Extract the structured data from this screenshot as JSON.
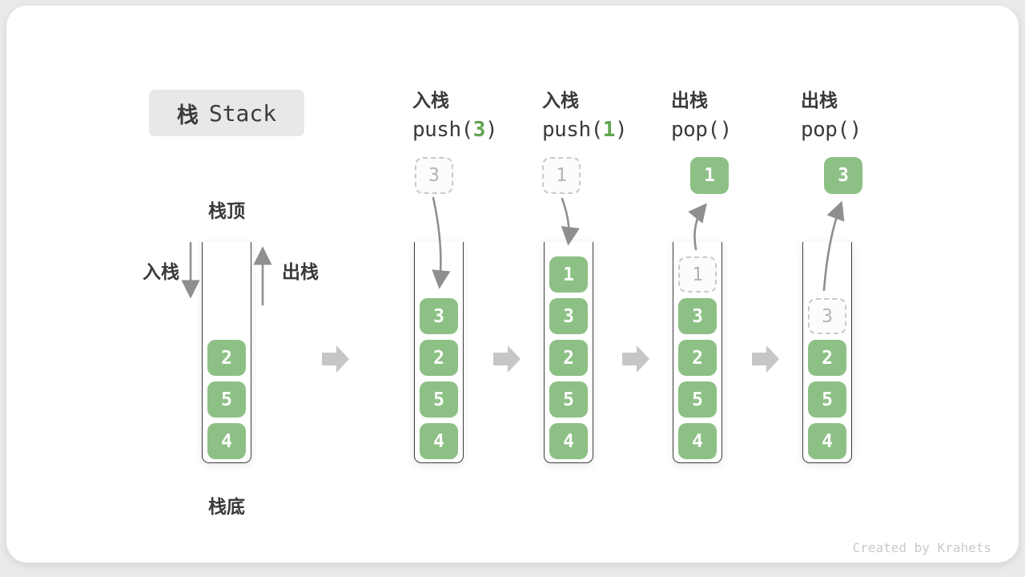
{
  "title": {
    "zh": "栈",
    "en": "Stack"
  },
  "initial": {
    "top_label": "栈顶",
    "bottom_label": "栈底",
    "push_label": "入栈",
    "pop_label": "出栈",
    "items": [
      "2",
      "5",
      "4"
    ]
  },
  "steps": [
    {
      "op_zh": "入栈",
      "code_pre": "push(",
      "code_arg": "3",
      "code_post": ")",
      "floating_value": "3",
      "floating_style": "dashed",
      "items": [
        {
          "v": "3",
          "style": "solid"
        },
        {
          "v": "2",
          "style": "solid"
        },
        {
          "v": "5",
          "style": "solid"
        },
        {
          "v": "4",
          "style": "solid"
        }
      ]
    },
    {
      "op_zh": "入栈",
      "code_pre": "push(",
      "code_arg": "1",
      "code_post": ")",
      "floating_value": "1",
      "floating_style": "dashed",
      "items": [
        {
          "v": "1",
          "style": "solid"
        },
        {
          "v": "3",
          "style": "solid"
        },
        {
          "v": "2",
          "style": "solid"
        },
        {
          "v": "5",
          "style": "solid"
        },
        {
          "v": "4",
          "style": "solid"
        }
      ]
    },
    {
      "op_zh": "出栈",
      "code_pre": "pop()",
      "code_arg": "",
      "code_post": "",
      "floating_value": "1",
      "floating_style": "solid",
      "items": [
        {
          "v": "1",
          "style": "dashed"
        },
        {
          "v": "3",
          "style": "solid"
        },
        {
          "v": "2",
          "style": "solid"
        },
        {
          "v": "5",
          "style": "solid"
        },
        {
          "v": "4",
          "style": "solid"
        }
      ]
    },
    {
      "op_zh": "出栈",
      "code_pre": "pop()",
      "code_arg": "",
      "code_post": "",
      "floating_value": "3",
      "floating_style": "solid",
      "items": [
        {
          "v": "3",
          "style": "dashed"
        },
        {
          "v": "2",
          "style": "solid"
        },
        {
          "v": "5",
          "style": "solid"
        },
        {
          "v": "4",
          "style": "solid"
        }
      ]
    }
  ],
  "watermark": "Created by Krahets",
  "colors": {
    "green": "#8CC084",
    "code_green": "#61A350",
    "label_dark": "#3A3A3A",
    "arrow_gray": "#8F8F8F",
    "block_arrow_gray": "#C6C6C6",
    "dashed_border": "#C9C9C9",
    "dashed_text": "#B3B3B3",
    "page_bg": "#EAEAEA"
  }
}
